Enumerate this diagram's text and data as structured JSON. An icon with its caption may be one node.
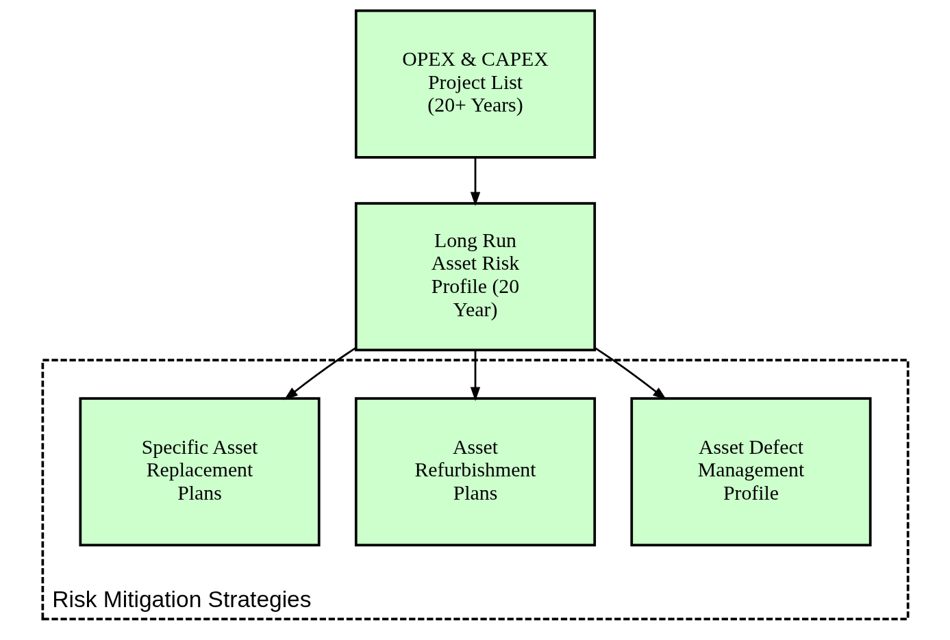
{
  "diagram": {
    "nodes": [
      {
        "text": [
          "OPEX & CAPEX Project List (20+ Years)"
        ]
      },
      {
        "text": [
          "Long Run Asset Risk Profile (20 Year)"
        ]
      },
      {
        "text": [
          "Risk Mitigation Strategies"
        ]
      },
      {
        "text": [
          "Asset Defect Management Profile"
        ],
        "in": 2
      },
      {
        "text": [
          "Asset Refurbishment Plans"
        ],
        "in": 2
      },
      {
        "text": [
          "Specific Asset Replacement Plans"
        ],
        "in": 2
      }
    ],
    "edges": [
      {
        "from": 0,
        "to": 1,
        "arrow": "to"
      },
      {
        "from": 1,
        "to": 3,
        "arrow": "to"
      },
      {
        "from": 1,
        "to": 4,
        "arrow": "to"
      },
      {
        "from": 1,
        "to": 5,
        "arrow": "to"
      }
    ]
  }
}
